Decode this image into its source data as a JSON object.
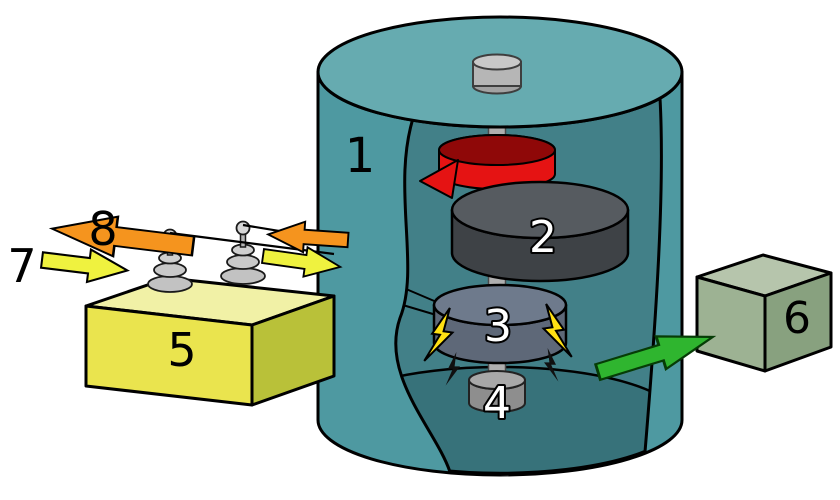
{
  "labels": {
    "housing": "1",
    "flywheel": "2",
    "motor_generator": "3",
    "bearing": "4",
    "power_box": "5",
    "converter_box": "6",
    "input_arrow": "7",
    "output_arrow": "8"
  },
  "colors": {
    "wall": "#4E99A1",
    "top": "#66ABB0",
    "back": "#428088",
    "floor": "#37727A",
    "ring": "#E51313",
    "ring_top": "#8F0808",
    "flywheel_side": "#3E4246",
    "flywheel_top": "#565B60",
    "motor_side": "#5E6878",
    "motor_top": "#6E7A8C",
    "shaft": "#AFAFAF",
    "bolt": "#FFE013",
    "box5_top": "#F1F1A6",
    "box5_front": "#EAE44E",
    "box5_side": "#B9C139",
    "box6_top": "#B6C5AC",
    "box6_front": "#9DB293",
    "box6_side": "#88A17F",
    "arrow_yellow": "#EFF23F",
    "arrow_orange": "#F5941E",
    "arrow_green": "#2FB52F"
  }
}
